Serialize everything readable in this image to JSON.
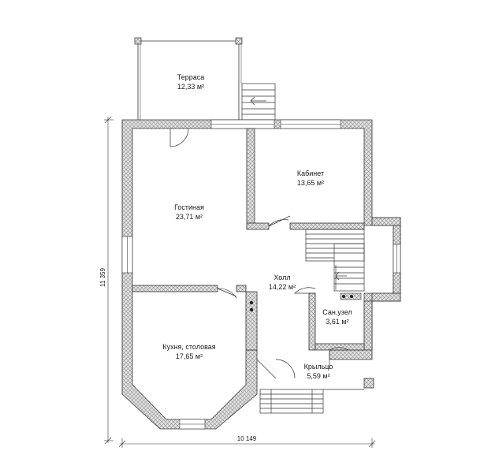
{
  "rooms": {
    "terrace": {
      "name": "Терраса",
      "area": "12,33 м²"
    },
    "study": {
      "name": "Кабинет",
      "area": "13,65 м²"
    },
    "living": {
      "name": "Гостиная",
      "area": "23,71 м²"
    },
    "hall": {
      "name": "Холл",
      "area": "14,22 м²"
    },
    "bathroom": {
      "name": "Сан.узел",
      "area": "3,61 м²"
    },
    "kitchen": {
      "name": "Кухня, столовая",
      "area": "17,65 м²"
    },
    "porch": {
      "name": "Крыльцо",
      "area": "5,59 м²"
    }
  },
  "dimensions": {
    "width": "10 149",
    "height": "11 359"
  }
}
